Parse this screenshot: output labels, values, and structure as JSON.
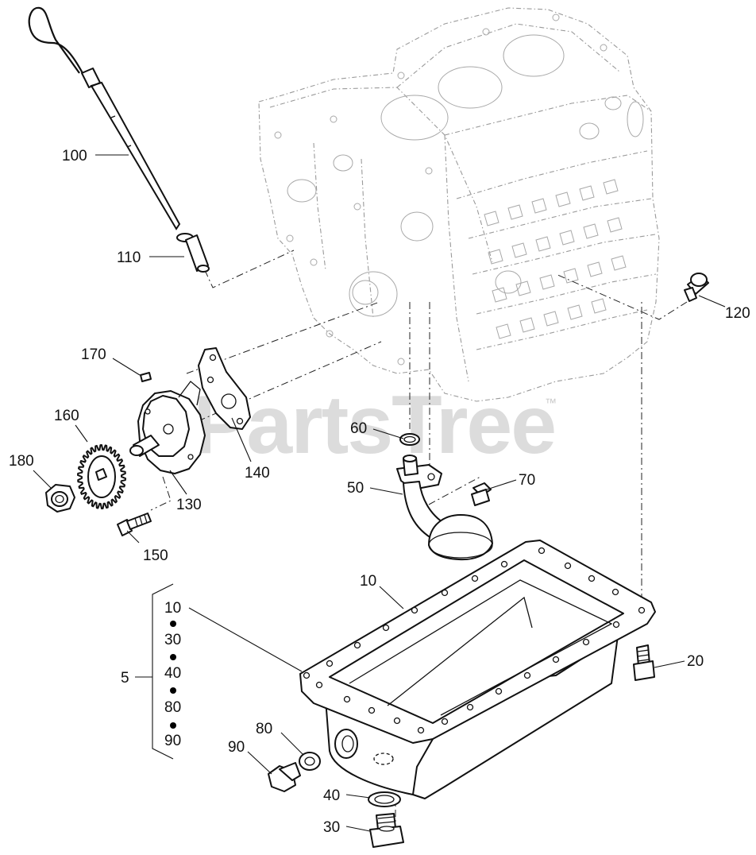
{
  "watermark": {
    "text": "PartsTree",
    "trademark": "™"
  },
  "callouts": {
    "c100": "100",
    "c110": "110",
    "c120": "120",
    "c170": "170",
    "c160": "160",
    "c180": "180",
    "c130": "130",
    "c140": "140",
    "c150": "150",
    "c60": "60",
    "c50": "50",
    "c70": "70",
    "c10": "10",
    "c20": "20",
    "c80": "80",
    "c90": "90",
    "c40": "40",
    "c30": "30"
  },
  "kit": {
    "label": "5",
    "items": [
      "10",
      "30",
      "40",
      "80",
      "90"
    ]
  },
  "colors": {
    "ink": "#111111",
    "ghost": "#9a9a9a",
    "watermark": "#c9c9c9"
  }
}
